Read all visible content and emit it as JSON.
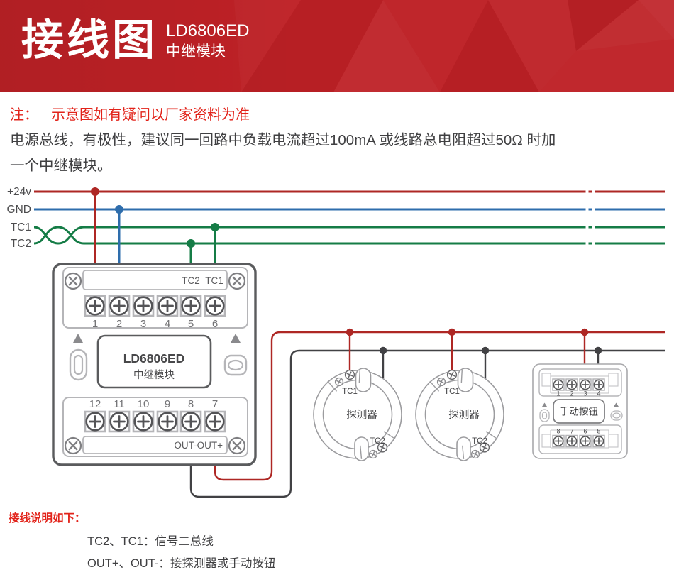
{
  "header": {
    "title": "接线图",
    "model": "LD6806ED",
    "subtitle": "中继模块"
  },
  "note": {
    "label": "注：",
    "text": "示意图如有疑问以厂家资料为准"
  },
  "description": {
    "line1": "电源总线，有极性，建议同一回路中负载电流超过100mA 或线路总电阻超过50Ω 时加",
    "line2": "一个中继模块。"
  },
  "bus": {
    "labels": [
      "+24v",
      "GND",
      "TC1",
      "TC2"
    ]
  },
  "module": {
    "model": "LD6806ED",
    "name": "中继模块",
    "top_strip": {
      "tc2": "TC2",
      "tc1": "TC1"
    },
    "bottom_strip": "OUT-OUT+",
    "top_terminals": [
      "1",
      "2",
      "3",
      "4",
      "5",
      "6"
    ],
    "bottom_terminals": [
      "12",
      "11",
      "10",
      "9",
      "8",
      "7"
    ]
  },
  "detectors": [
    {
      "tc1": "TC1",
      "label": "探测器",
      "tc2": "TC2"
    },
    {
      "tc1": "TC1",
      "label": "探测器",
      "tc2": "TC2"
    }
  ],
  "manual_button": {
    "label": "手动按钮",
    "top_terminals": [
      "1",
      "2",
      "3",
      "4"
    ],
    "bottom_terminals": [
      "8",
      "7",
      "6",
      "5"
    ]
  },
  "legend": {
    "title": "接线说明如下：",
    "lines": [
      "TC2、TC1：信号二总线",
      "OUT+、OUT-：接探测器或手动按钮"
    ]
  },
  "colors": {
    "header_red": "#be2126",
    "note_red": "#e2231a",
    "wire_red": "#ae2724",
    "wire_blue": "#2e6dac",
    "wire_green": "#157c46",
    "wire_black": "#414144",
    "text_dark": "#3f3f41",
    "diagram_gray": "#5a5b5d",
    "light_gray": "#b5b5b8"
  }
}
